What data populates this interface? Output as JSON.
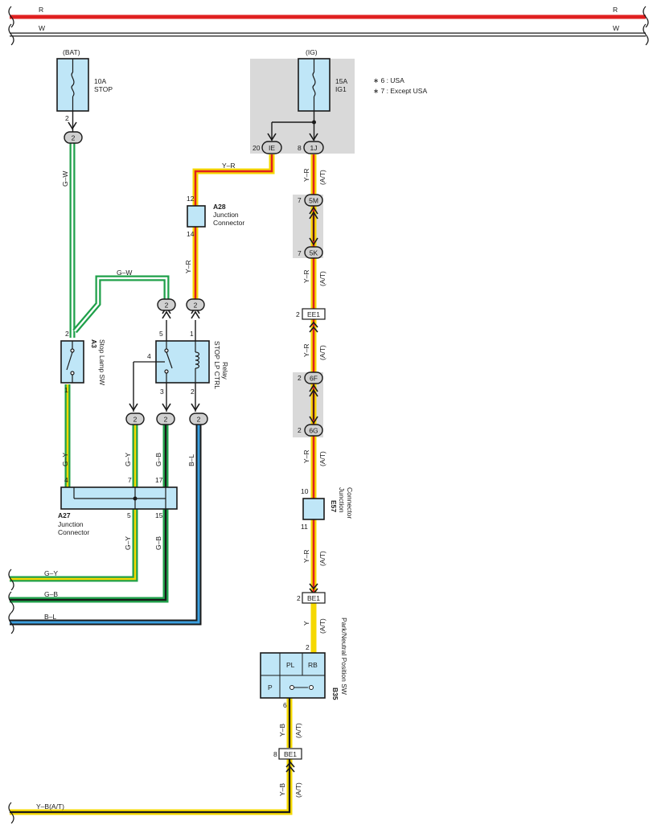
{
  "bus": {
    "r_left": "R",
    "r_right": "R",
    "w_left": "W",
    "w_right": "W"
  },
  "fuses": {
    "bat_label": "(BAT)",
    "bat_amp": "10A",
    "bat_name": "STOP",
    "ig_label": "(IG)",
    "ig_amp": "15A",
    "ig_name": "IG1"
  },
  "notes": {
    "n1": "∗ 6 : USA",
    "n2": "∗ 7 : Except USA"
  },
  "connectors": {
    "c2": "2",
    "ie": "IE",
    "one_j": "1J",
    "five_m": "5M",
    "five_k": "5K",
    "ee1": "EE1",
    "six_f": "6F",
    "six_g": "6G",
    "be1": "BE1"
  },
  "pins": {
    "p1": "1",
    "p2": "2",
    "p3": "3",
    "p4": "4",
    "p5": "5",
    "p6": "6",
    "p7": "7",
    "p8": "8",
    "p10": "10",
    "p11": "11",
    "p12": "12",
    "p14": "14",
    "p15": "15",
    "p17": "17",
    "p20": "20"
  },
  "components": {
    "a28_code": "A28",
    "a28_l1": "Junction",
    "a28_l2": "Connector",
    "a3_code": "A3",
    "a3_name": "Stop Lamp SW",
    "relay_l1": "STOP LP CTRL",
    "relay_l2": "Relay",
    "a27_code": "A27",
    "a27_l1": "Junction",
    "a27_l2": "Connector",
    "e57_code": "E57",
    "e57_l1": "Junction",
    "e57_l2": "Connector",
    "b35_code": "B35",
    "b35_name": "Park/Neutral Position SW",
    "pl": "PL",
    "rb": "RB",
    "p": "P"
  },
  "wires": {
    "gw": "G–W",
    "yr": "Y–R",
    "gy": "G–Y",
    "gb": "G–B",
    "bl": "B–L",
    "y": "Y",
    "yb": "Y–B",
    "at": "(A/T)",
    "yb_at": "Y–B(A/T)"
  },
  "colors": {
    "red": "#e02020",
    "yellow": "#f5d800",
    "green": "#1fa04a",
    "blue": "#3ca0e0",
    "relay_fill": "#bfe6f7",
    "shade": "#d9d9d9"
  }
}
